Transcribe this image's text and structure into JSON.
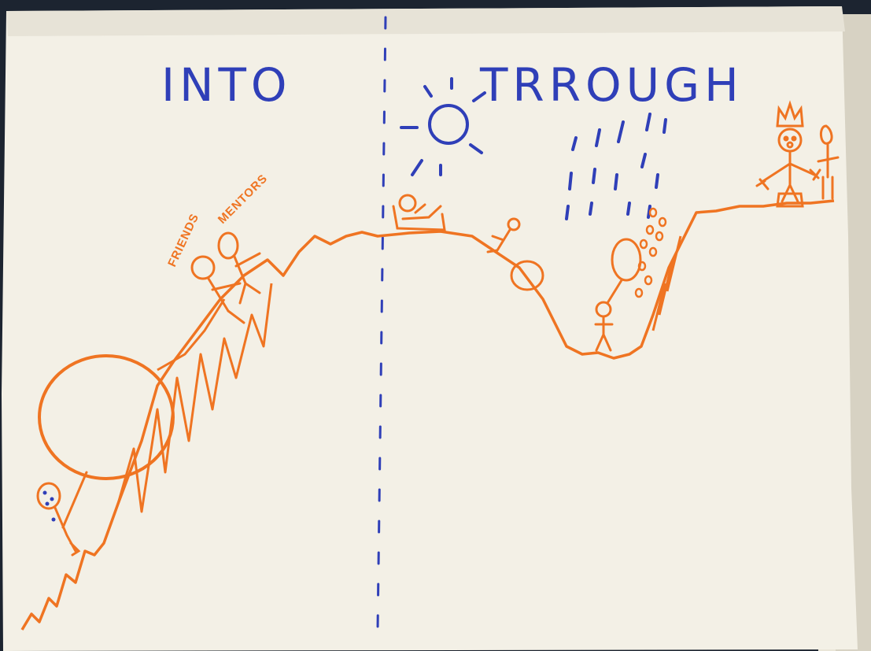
{
  "scene": {
    "title_left": "INTO",
    "title_right": "TRROUGH",
    "label_friends": "FRIENDS",
    "label_mentors": "MENTORS"
  },
  "colors": {
    "paper": "#f3f0e6",
    "paper_shadow": "#ded9cc",
    "background": "#1c2430",
    "ink_blue": "#2f3fb8",
    "ink_orange": "#ef7422"
  }
}
